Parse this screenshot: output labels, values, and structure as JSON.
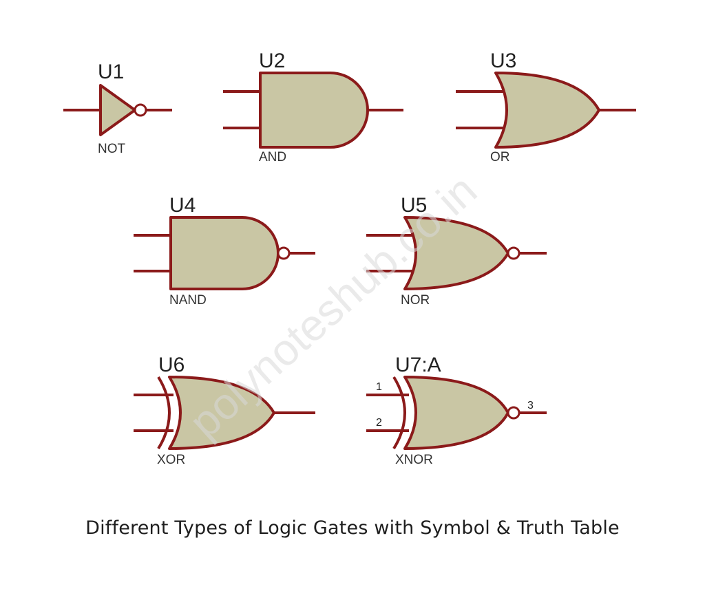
{
  "caption": "Different Types of Logic Gates with Symbol & Truth Table",
  "watermark": "polynoteshub.co.in",
  "colors": {
    "gate_fill": "#c9c6a4",
    "wire": "#8b1a1a",
    "text": "#222222"
  },
  "gates": [
    {
      "ref": "U1",
      "type": "NOT"
    },
    {
      "ref": "U2",
      "type": "AND"
    },
    {
      "ref": "U3",
      "type": "OR"
    },
    {
      "ref": "U4",
      "type": "NAND"
    },
    {
      "ref": "U5",
      "type": "NOR"
    },
    {
      "ref": "U6",
      "type": "XOR"
    },
    {
      "ref": "U7:A",
      "type": "XNOR",
      "pins": {
        "in1": "1",
        "in2": "2",
        "out": "3"
      }
    }
  ]
}
